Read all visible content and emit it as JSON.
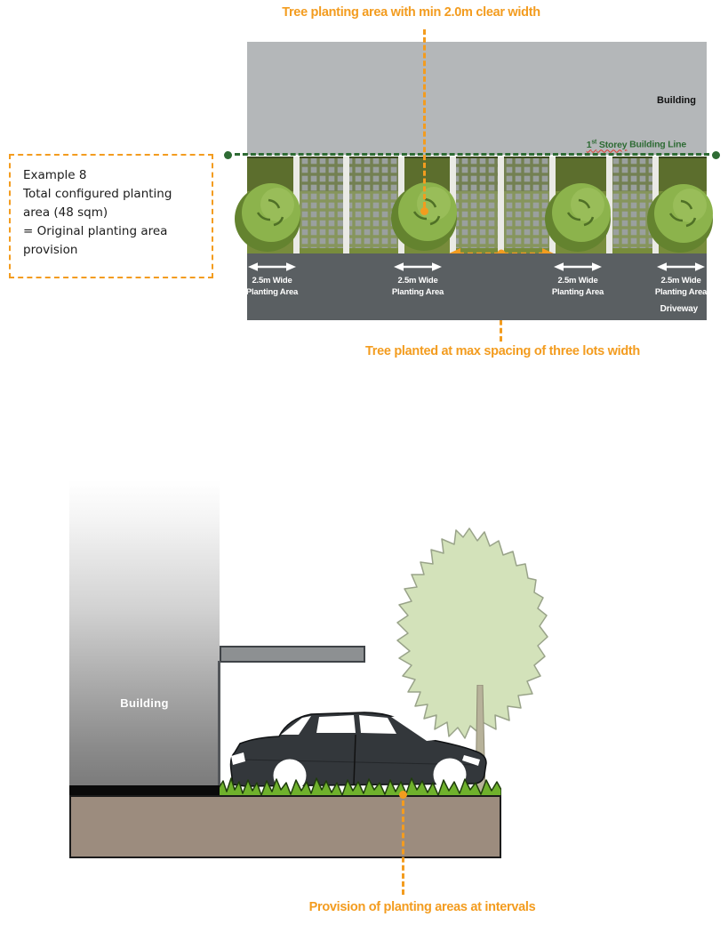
{
  "colors": {
    "accent-orange": "#F39C1F",
    "building-line-green": "#2E6B34",
    "squiggle-red": "#E03A2F",
    "strip-dark-green": "#5C6E2D",
    "strip-light-green": "#788C3C",
    "tree-green": "#8CB34C",
    "tree-shadow-green": "#64832F",
    "paver-gray": "#9AA09E",
    "lot-strip-white": "#EAEAE5",
    "driveway-gray": "#5A5F62",
    "building-gray": "#B4B7B9",
    "ground-brown": "#9C8C7E",
    "shrub-green": "#6FB12C",
    "section-tree-green": "#D3E2BA",
    "car-dark": "#33373B"
  },
  "top_diagram": {
    "title": "Tree planting area with min 2.0m clear width",
    "building_label": "Building",
    "building_line": {
      "num": "1",
      "sup": "st",
      "storey": " Storey",
      "rest": " Building Line"
    },
    "example_box": {
      "lines": [
        "Example 8",
        "Total configured planting",
        "area (48 sqm)",
        "= Original planting area",
        "provision"
      ]
    },
    "planting_area_labels": [
      {
        "line1": "2.5m Wide",
        "line2": "Planting Area"
      },
      {
        "line1": "2.5m Wide",
        "line2": "Planting Area"
      },
      {
        "line1": "2.5m Wide",
        "line2": "Planting Area"
      },
      {
        "line1": "2.5m Wide",
        "line2": "Planting Area"
      }
    ],
    "driveway_label": "Driveway",
    "spacing_caption": "Tree planted at max spacing of three lots width"
  },
  "bottom_diagram": {
    "building_label": "Building",
    "caption": "Provision of planting areas at intervals"
  }
}
